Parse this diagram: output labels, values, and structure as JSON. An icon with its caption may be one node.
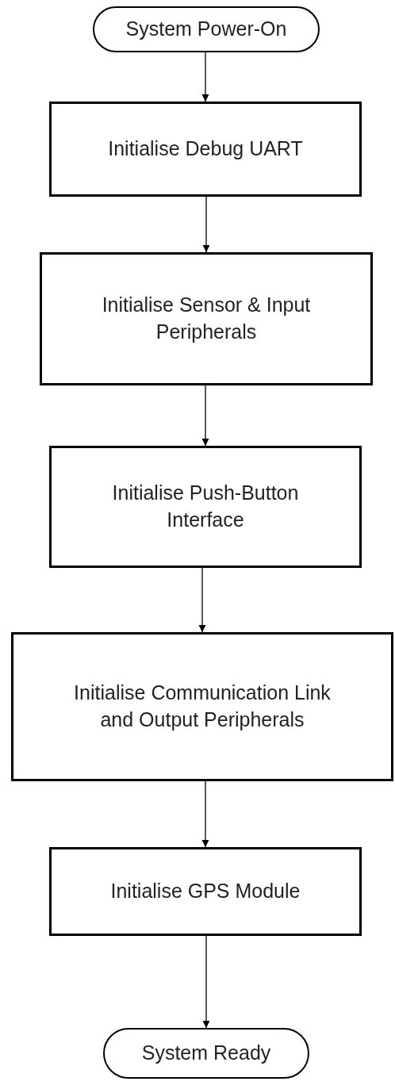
{
  "diagram": {
    "nodes": [
      {
        "text": [
          "System Power-On"
        ]
      },
      {
        "text": [
          "Initialise Debug UART"
        ]
      },
      {
        "text": [
          "Initialise Sensor & Input Peripherals"
        ]
      },
      {
        "text": [
          "Initialise Push-Button Interface"
        ]
      },
      {
        "text": [
          "Initialise Communication Link and Output Peripherals"
        ]
      },
      {
        "text": [
          "Initialise GPS Module"
        ]
      },
      {
        "text": [
          "System Ready"
        ]
      }
    ],
    "edges": [
      {
        "from": 0,
        "to": 1,
        "arrow": "to"
      },
      {
        "from": 1,
        "to": 2,
        "arrow": "to"
      },
      {
        "from": 2,
        "to": 3,
        "arrow": "to"
      },
      {
        "from": 3,
        "to": 4,
        "arrow": "to"
      },
      {
        "from": 4,
        "to": 5,
        "arrow": "to"
      },
      {
        "from": 5,
        "to": 6,
        "arrow": "to"
      }
    ]
  }
}
